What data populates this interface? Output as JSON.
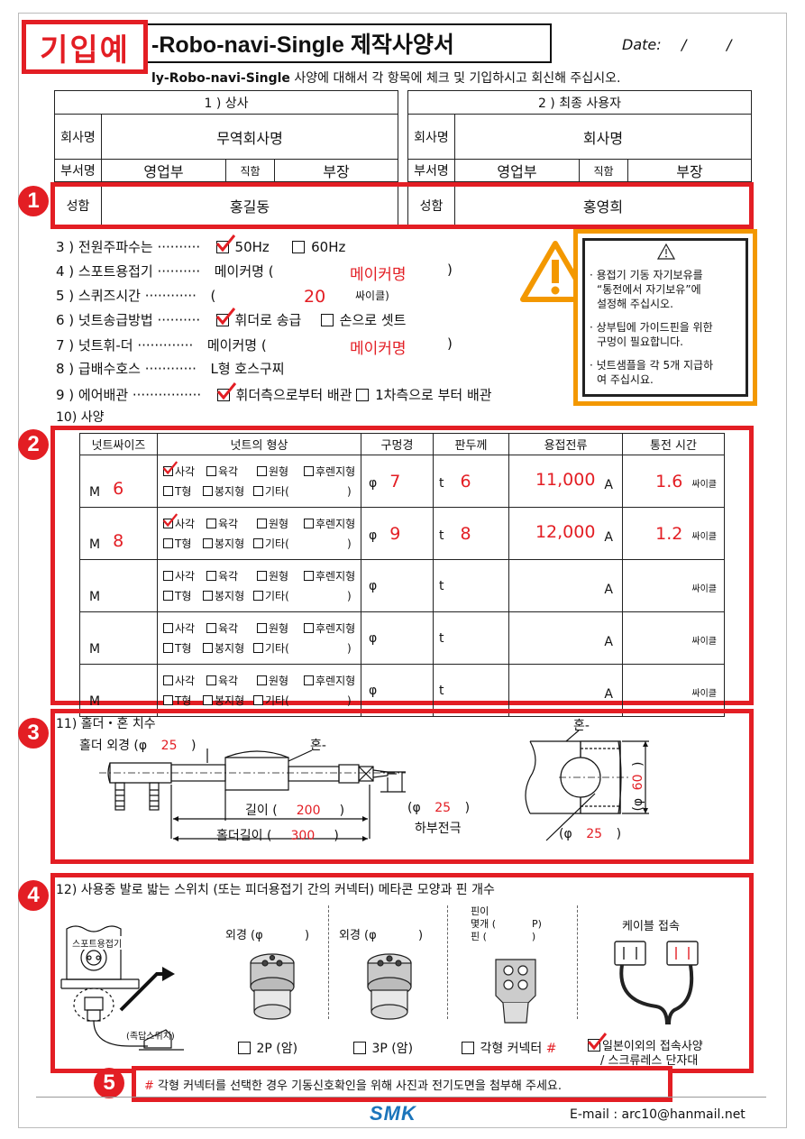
{
  "header": {
    "stamp": "기입예",
    "title": "-Robo-navi-Single 제작사양서",
    "date_label": "Date:",
    "date_sep1": "/",
    "date_sep2": "/",
    "instruction_bold": "ly-Robo-navi-Single",
    "instruction_rest": " 사양에 대해서 각 항목에 체크 및 기입하시고 회신해 주십시오."
  },
  "contact": {
    "left": {
      "heading": "1 ) 상사",
      "company_label": "회사명",
      "company_value": "무역회사명",
      "dept_label": "부서명",
      "dept_value": "영업부",
      "position_label": "직함",
      "position_value": "부장",
      "name_label": "성함",
      "name_value": "홍길동"
    },
    "right": {
      "heading": "2 ) 최종 사용자",
      "company_label": "회사명",
      "company_value": "회사명",
      "dept_label": "부서명",
      "dept_value": "영업부",
      "position_label": "직함",
      "position_value": "부장",
      "name_label": "성함",
      "name_value": "홍영희"
    }
  },
  "specs": {
    "freq_label": "3 ) 전원주파수는 ··········",
    "freq_opt1": "50Hz",
    "freq_opt2": "60Hz",
    "welder_label": "4 ) 스포트용접기 ··········",
    "welder_prefix": "메이커명 (",
    "welder_value": "메이커명",
    "welder_suffix": ")",
    "squeeze_label": "5 ) 스퀴즈시간 ············",
    "squeeze_prefix": "(",
    "squeeze_value": "20",
    "squeeze_unit": "싸이클)",
    "feed_label": "6 ) 넛트송급방법 ··········",
    "feed_opt1": "휘더로 송급",
    "feed_opt2": "손으로 셋트",
    "feeder_label": "7 ) 넛트휘-더 ·············",
    "feeder_prefix": "메이커명 (",
    "feeder_value": "메이커명",
    "feeder_suffix": ")",
    "hose_label": "8 ) 급배수호스 ············",
    "hose_value": "L형 호스구찌",
    "air_label": "9 ) 에어배관 ················",
    "air_opt1": "휘더측으로부터 배관",
    "air_opt2": "1차측으로 부터 배관",
    "spec_heading": "10) 사양"
  },
  "note": {
    "line1": "· 용접기 기동 자기보유를",
    "line2": "“통전에서 자기보유”에",
    "line3": "설정해 주십시오.",
    "line4": "· 상부팁에 가이드핀을 위한",
    "line5": "구멍이 필요합니다.",
    "line6": "· 넛트샘플을 각 5개 지급하",
    "line7": "여 주십시요."
  },
  "spec_table": {
    "headers": [
      "넛트싸이즈",
      "넛트의 형상",
      "구멍경",
      "판두께",
      "용접전류",
      "통전 시간"
    ],
    "shape_opts_row1": [
      "사각",
      "육각",
      "원형",
      "후렌지형"
    ],
    "shape_opts_row2": [
      "T형",
      "봉지형",
      "기타(",
      ")"
    ],
    "m_label": "M",
    "phi_label": "φ",
    "t_label": "t",
    "a_label": "A",
    "cycle_label": "싸이클",
    "rows": [
      {
        "size": "6",
        "hole": "7",
        "thick": "6",
        "current": "11,000",
        "time": "1.6",
        "checked": true
      },
      {
        "size": "8",
        "hole": "9",
        "thick": "8",
        "current": "12,000",
        "time": "1.2",
        "checked": true
      },
      {
        "size": "",
        "hole": "",
        "thick": "",
        "current": "",
        "time": "",
        "checked": false
      },
      {
        "size": "",
        "hole": "",
        "thick": "",
        "current": "",
        "time": "",
        "checked": false
      },
      {
        "size": "",
        "hole": "",
        "thick": "",
        "current": "",
        "time": "",
        "checked": false
      }
    ]
  },
  "holder": {
    "heading": "11) 홀더・혼 치수",
    "outer_label": "홀더 외경 (φ",
    "outer_value": "25",
    "outer_close": ")",
    "horn_label": "혼-",
    "length_label": "길이 (",
    "length_value": "200",
    "length_close": ")",
    "holder_len_label": "홀더길이 (",
    "holder_len_value": "300",
    "holder_len_close": ")",
    "lower_open": "(φ",
    "lower_value": "25",
    "lower_close": ")",
    "lower_label": "하부전극",
    "horn2_label": "혼-",
    "dia_open": "(φ",
    "dia_value": "60",
    "dia_close": ")",
    "bottom_open": "(φ",
    "bottom_value": "25",
    "bottom_close": ")"
  },
  "connector": {
    "heading": "12) 사용중 발로 밟는 스위치 (또는 피더용접기 간의 커넥터) 메타콘 모양과 핀 개수",
    "welder_label": "스포트용접기",
    "foot_label": "(족답스위치)",
    "od1_label": "외경 (φ",
    "od1_close": ")",
    "od2_label": "외경 (φ",
    "od2_close": ")",
    "pin_count_label": "핀이",
    "pin_count_label2": "몇개 (",
    "pin_count_unit": "P)",
    "pin_label": "핀 (",
    "pin_close": ")",
    "cable_label": "케이블 접속",
    "opt_2p": "2P (암)",
    "opt_3p": "3P (암)",
    "opt_square": "각형 커넥터",
    "opt_square_mark": "#",
    "opt_other1": "일본이외의 접속사양",
    "opt_other2": "/ 스크류레스 단자대"
  },
  "footnote": {
    "mark": "#",
    "text": " 각형 커넥터를 선택한 경우 기동신호확인을 위해 사진과 전기도면을 첨부해 주세요."
  },
  "footer": {
    "logo": "SMK",
    "email": "E-mail : arc10@hanmail.net"
  },
  "badges": [
    "1",
    "2",
    "3",
    "4",
    "5"
  ],
  "colors": {
    "accent": "#e31e24",
    "warning": "#f39800",
    "logo": "#1b75bb"
  }
}
